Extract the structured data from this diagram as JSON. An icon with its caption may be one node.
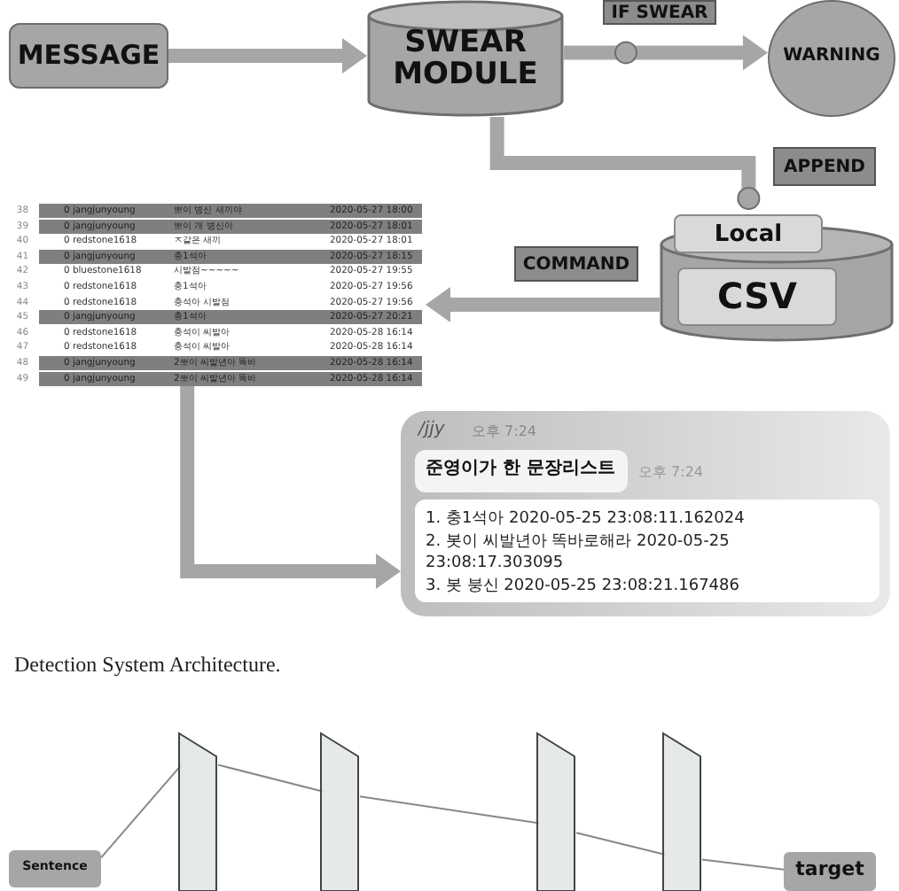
{
  "diagram": {
    "caption": "Detection System Architecture.",
    "nodes": [
      {
        "text": [
          "MESSAGE"
        ]
      },
      {
        "text": [
          "SWEAR MODULE"
        ]
      },
      {
        "text": [
          "WARNING"
        ]
      },
      {
        "text": [
          "Local",
          "CSV"
        ]
      },
      {
        "text": [
          "38",
          "0 jangjunyoung",
          "뽀이 병신 새끼야",
          "2020-05-27 18:00",
          "39",
          "0 jangjunyoung",
          "뽀이 개 병신아",
          "2020-05-27 18:01",
          "40",
          "0 redstone1618",
          "ㅈ같은 새끼",
          "2020-05-27 18:01",
          "41",
          "0 jangjunyoung",
          "충1석아",
          "2020-05-27 18:15",
          "42",
          "0 bluestone1618",
          "시발점~~~~~",
          "2020-05-27 19:55",
          "43",
          "0 redstone1618",
          "충1석아",
          "2020-05-27 19:56",
          "44",
          "0 redstone1618",
          "충석아 시발점",
          "2020-05-27 19:56",
          "45",
          "0 jangjunyoung",
          "충1석아",
          "2020-05-27 20:21",
          "46",
          "0 redstone1618",
          "충석이 씨발아",
          "2020-05-28 16:14",
          "47",
          "0 redstone1618",
          "충석이 씨발아",
          "2020-05-28 16:14",
          "48",
          "0 jangjunyoung",
          "2뽀이 씨발년아 똑바",
          "2020-05-28 16:14",
          "49",
          "0 jangjunyoung",
          "2뽀이 씨발년아 똑바",
          "2020-05-28 16:14"
        ]
      },
      {
        "text": [
          "/jjy",
          "오후 7:24"
        ]
      },
      {
        "text": [
          "준영이가 한 문장리스트"
        ],
        "beside": [
          "오후 7:24"
        ],
        "in": 5
      },
      {
        "text": [
          "1. 충1석아 2020-05-25 23:08:11.162024",
          "2. 봇이 씨발년아 똑바로해라 2020-05-25 23:08:17.303095",
          "3. 봇 붕신 2020-05-25 23:08:21.167486"
        ],
        "in": 5
      },
      {
        "text": [
          "Sentence"
        ]
      },
      {
        "text": [],
        "shape": "box"
      },
      {
        "text": [],
        "shape": "box"
      },
      {
        "text": [],
        "shape": "box"
      },
      {
        "text": [],
        "shape": "box"
      },
      {
        "text": [
          "target"
        ]
      }
    ],
    "edges": [
      {
        "from": 0,
        "to": 1,
        "arrow": "to",
        "style": "thick"
      },
      {
        "from": 1,
        "to": 2,
        "arrow": "to",
        "label": "IF SWEAR",
        "style": "thick"
      },
      {
        "from": 1,
        "to": 3,
        "arrow": "other",
        "label": "APPEND",
        "style": "thick"
      },
      {
        "from": 3,
        "to": 4,
        "arrow": "to",
        "label": "COMMAND",
        "style": "thick"
      },
      {
        "from": 4,
        "to": 5,
        "arrow": "to",
        "style": "thick"
      },
      {
        "from": 8,
        "to": 9,
        "arrow": "none"
      },
      {
        "from": 9,
        "to": 10,
        "arrow": "none"
      },
      {
        "from": 10,
        "to": 11,
        "arrow": "none"
      },
      {
        "from": 11,
        "to": 12,
        "arrow": "none"
      },
      {
        "from": 12,
        "to": 13,
        "arrow": "none"
      }
    ]
  }
}
